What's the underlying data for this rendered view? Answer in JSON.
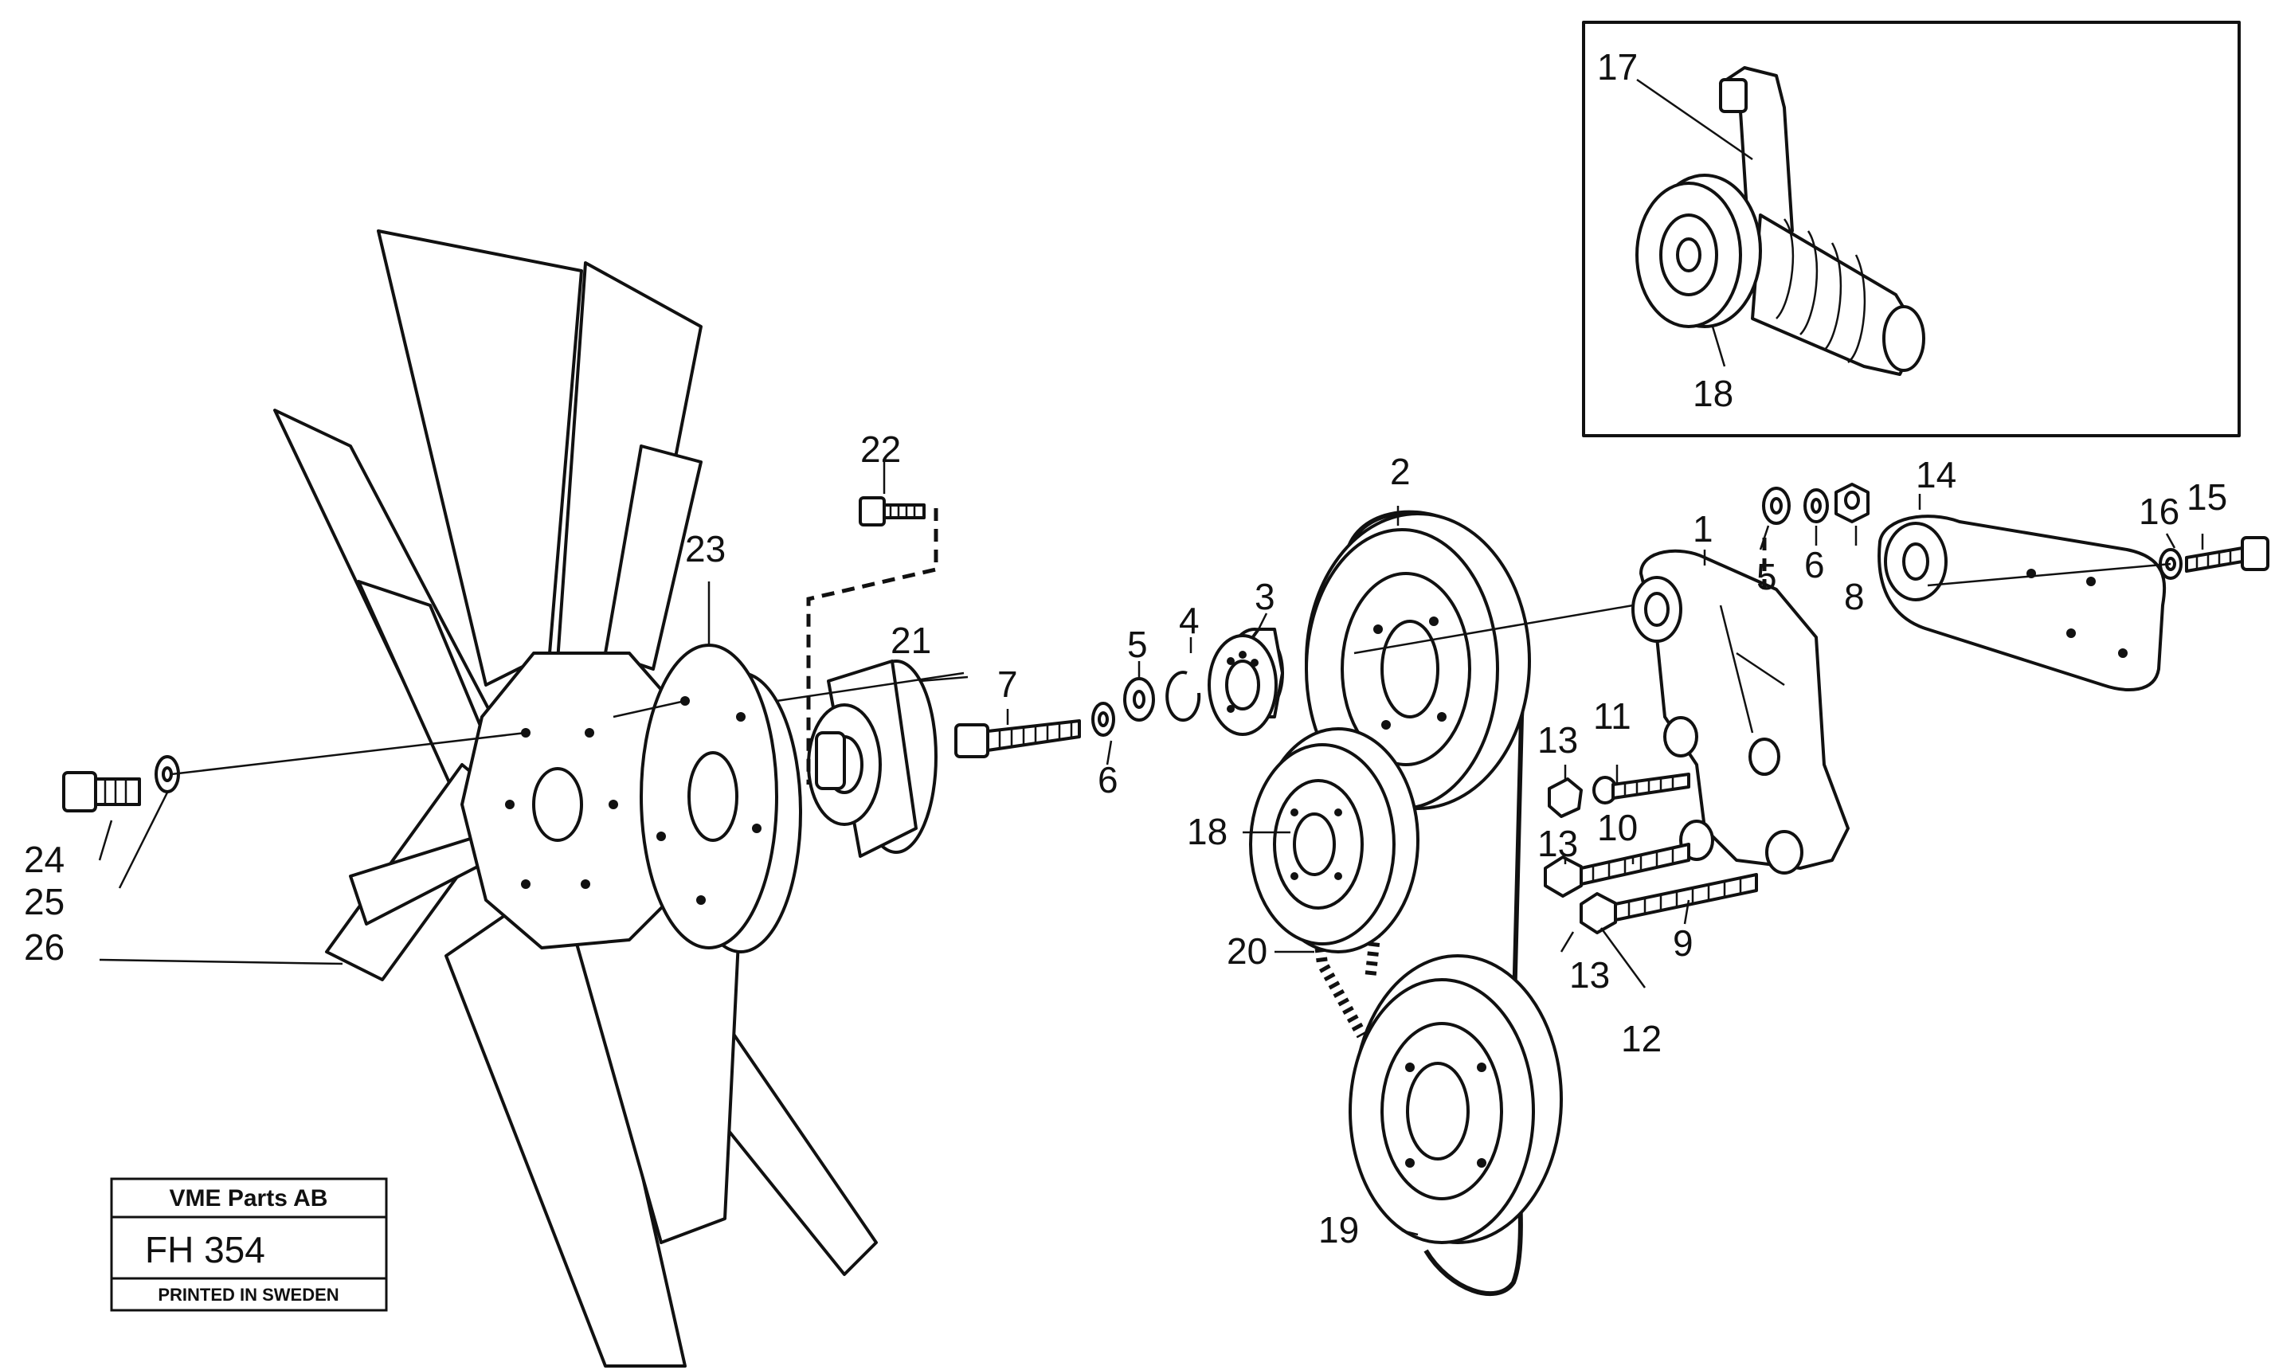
{
  "title_block": {
    "company": "VME Parts AB",
    "code": "FH 354",
    "footer": "PRINTED IN SWEDEN"
  },
  "callouts": {
    "c1": "1",
    "c2": "2",
    "c3": "3",
    "c4": "4",
    "c5a": "5",
    "c5b": "5",
    "c6a": "6",
    "c6b": "6",
    "c7": "7",
    "c8": "8",
    "c9": "9",
    "c10": "10",
    "c11": "11",
    "c12": "12",
    "c13a": "13",
    "c13b": "13",
    "c13c": "13",
    "c14": "14",
    "c15": "15",
    "c16": "16",
    "c17": "17",
    "c18a": "18",
    "c18b": "18",
    "c19": "19",
    "c20": "20",
    "c21": "21",
    "c22": "22",
    "c23": "23",
    "c24": "24",
    "c25": "25",
    "c26": "26"
  }
}
